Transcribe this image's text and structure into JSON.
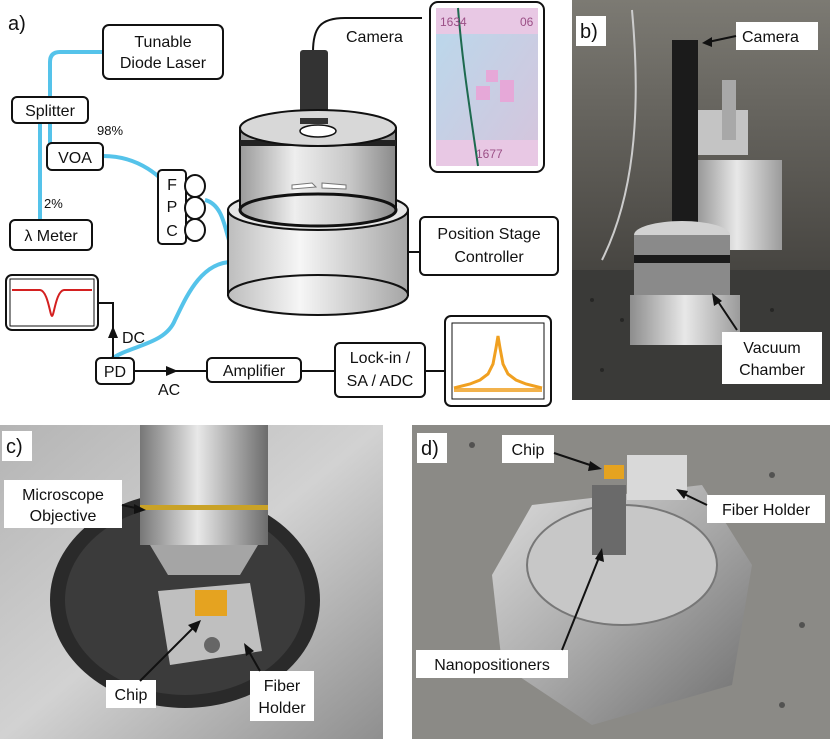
{
  "panel_a": {
    "label": "a)",
    "tunable_laser": [
      "Tunable",
      "Diode Laser"
    ],
    "splitter": "Splitter",
    "voa": "VOA",
    "pct98": "98%",
    "pct2": "2%",
    "lambda_meter": "λ Meter",
    "fpc": [
      "F",
      "P",
      "C"
    ],
    "camera": "Camera",
    "position_controller": [
      "Position Stage",
      "Controller"
    ],
    "pd": "PD",
    "dc": "DC",
    "ac": "AC",
    "amplifier": "Amplifier",
    "lockin": [
      "Lock-in /",
      "SA / ADC"
    ],
    "chip_labels": [
      "1634",
      "06",
      "1677"
    ],
    "colors": {
      "fiber": "#55c3ea",
      "dip": "#d42020",
      "spectrum": "#f0a020"
    }
  },
  "panel_b": {
    "label": "b)",
    "camera": "Camera",
    "vacuum": [
      "Vacuum",
      "Chamber"
    ]
  },
  "panel_c": {
    "label": "c)",
    "objective": [
      "Microscope",
      "Objective"
    ],
    "chip": "Chip",
    "fiber_holder": [
      "Fiber",
      "Holder"
    ]
  },
  "panel_d": {
    "label": "d)",
    "chip": "Chip",
    "fiber_holder": "Fiber Holder",
    "nanopositioners": "Nanopositioners"
  }
}
